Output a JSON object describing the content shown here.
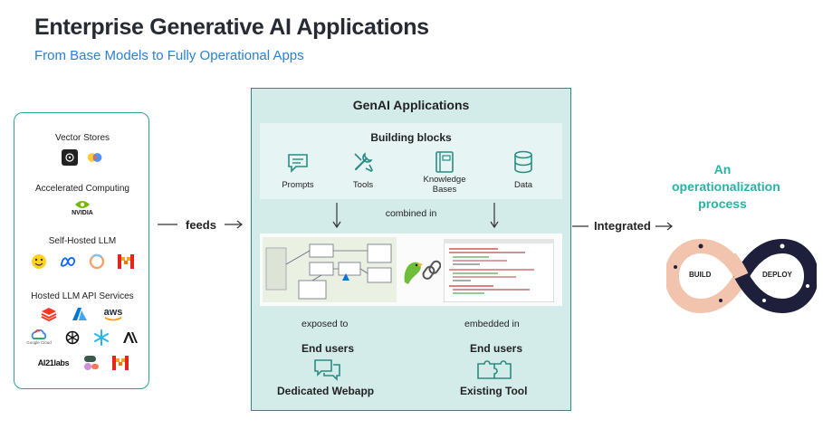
{
  "header": {
    "title": "Enterprise Generative AI Applications",
    "subtitle": "From Base Models to Fully Operational Apps"
  },
  "left_panel": {
    "groups": [
      {
        "label": "Vector Stores",
        "logos": [
          "pinecone-logo",
          "chroma-logo"
        ]
      },
      {
        "label": "Accelerated Computing",
        "logos": [
          "nvidia-logo"
        ]
      },
      {
        "label": "Self-Hosted LLM",
        "logos": [
          "huggingface-logo",
          "meta-logo",
          "cohere-ring-logo",
          "mistral-logo"
        ]
      },
      {
        "label": "Hosted LLM API Services",
        "logos": [
          "databricks-logo",
          "azure-logo",
          "aws-logo",
          "google-cloud-logo",
          "openai-logo",
          "snowflake-logo",
          "anthropic-logo",
          "ai21labs-logo",
          "cohere-logo",
          "mistral-logo"
        ]
      }
    ],
    "nvidia_text": "NVIDIA",
    "aws_text": "aws",
    "google_text": "Google Cloud",
    "ai21_text": "AI21labs"
  },
  "flow": {
    "feeds": "feeds",
    "integrated": "Integrated"
  },
  "center": {
    "title": "GenAI Applications",
    "building_blocks": {
      "title": "Building blocks",
      "items": [
        {
          "label": "Prompts",
          "icon": "chat-icon"
        },
        {
          "label": "Tools",
          "icon": "tools-icon"
        },
        {
          "label": "Knowledge\nBases",
          "icon": "book-icon"
        },
        {
          "label": "Data",
          "icon": "database-icon"
        }
      ]
    },
    "combined_in": "combined in",
    "exposed_to": "exposed to",
    "embedded_in": "embedded in",
    "left_target": {
      "audience": "End users",
      "channel": "Dedicated Webapp",
      "icon": "chat-bubbles-icon"
    },
    "right_target": {
      "audience": "End users",
      "channel": "Existing Tool",
      "icon": "puzzle-icon"
    }
  },
  "operationalization": {
    "title": "An operationalization process",
    "build": "BUILD",
    "deploy": "DEPLOY"
  },
  "colors": {
    "teal": "#2a8c82",
    "teal_light": "#d3ecea",
    "blue": "#2a7fd6",
    "infinity_build": "#f3c4ad",
    "infinity_deploy": "#1e1f3b",
    "op_title": "#27b3a6"
  }
}
